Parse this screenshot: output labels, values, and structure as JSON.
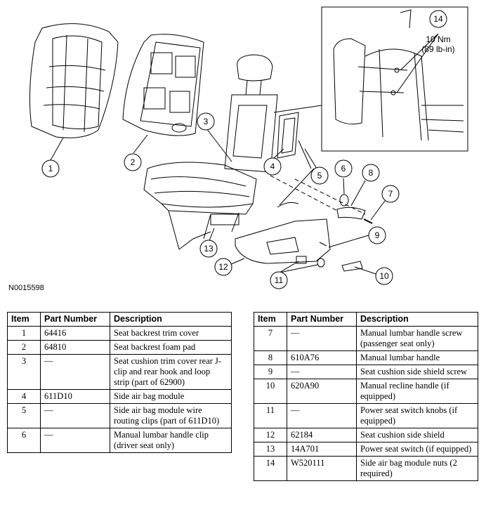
{
  "figure_id": "N0015598",
  "callouts": [
    "1",
    "2",
    "3",
    "4",
    "5",
    "6",
    "7",
    "8",
    "9",
    "10",
    "11",
    "12",
    "13",
    "14"
  ],
  "torque_spec": {
    "line1": "10 Nm",
    "line2": "(89 lb-in)"
  },
  "table_headers": {
    "item": "Item",
    "part_number": "Part Number",
    "description": "Description"
  },
  "left_table": [
    {
      "item": "1",
      "part": "64416",
      "desc": "Seat backrest trim cover"
    },
    {
      "item": "2",
      "part": "64810",
      "desc": "Seat backrest foam pad"
    },
    {
      "item": "3",
      "part": "—",
      "desc": "Seat cushion trim cover rear J-clip and rear hook and loop strip (part of 62900)"
    },
    {
      "item": "4",
      "part": "611D10",
      "desc": "Side air bag module"
    },
    {
      "item": "5",
      "part": "—",
      "desc": "Side air bag module wire routing clips (part of 611D10)"
    },
    {
      "item": "6",
      "part": "—",
      "desc": "Manual lumbar handle clip (driver seat only)"
    }
  ],
  "right_table": [
    {
      "item": "7",
      "part": "—",
      "desc": "Manual lumbar handle screw (passenger seat only)"
    },
    {
      "item": "8",
      "part": "610A76",
      "desc": "Manual lumbar handle"
    },
    {
      "item": "9",
      "part": "—",
      "desc": "Seat cushion side shield screw"
    },
    {
      "item": "10",
      "part": "620A90",
      "desc": "Manual recline handle (if equipped)"
    },
    {
      "item": "11",
      "part": "—",
      "desc": "Power seat switch knobs (if equipped)"
    },
    {
      "item": "12",
      "part": "62184",
      "desc": "Seat cushion side shield"
    },
    {
      "item": "13",
      "part": "14A701",
      "desc": "Power seat switch (if equipped)"
    },
    {
      "item": "14",
      "part": "W520111",
      "desc": "Side air bag module nuts (2 required)"
    }
  ]
}
